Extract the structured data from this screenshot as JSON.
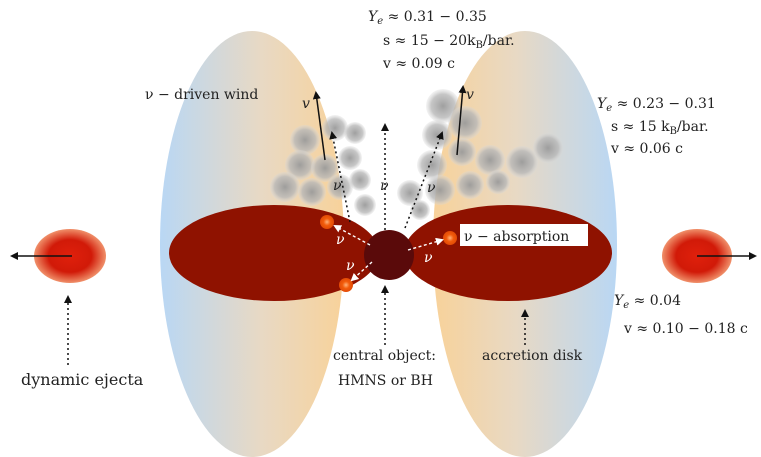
{
  "labels": {
    "top_ye": "Y",
    "top_ye_sub": "e",
    "top_ye_val": " ≈ 0.31 − 0.35",
    "top_s": "s ≈ 15 − 20k",
    "top_s_sub": "B",
    "top_s_unit": "/bar.",
    "top_v": "v ≈ 0.09 c",
    "right_ye": "Y",
    "right_ye_sub": "e",
    "right_ye_val": " ≈ 0.23 − 0.31",
    "right_s": "s ≈ 15 k",
    "right_s_sub": "B",
    "right_s_unit": "/bar.",
    "right_v": "v ≈ 0.06 c",
    "wind": "ν − driven wind",
    "absorption": "ν − absorption",
    "disk_ye": "Y",
    "disk_ye_sub": "e",
    "disk_ye_val": " ≈ 0.04",
    "disk_v": "v ≈ 0.10 − 0.18 c",
    "dynamic_ejecta": "dynamic ejecta",
    "central_object_1": "central object:",
    "central_object_2": "HMNS or BH",
    "accretion_disk": "accretion disk",
    "nu": "ν",
    "v": "v"
  },
  "colors": {
    "lobe_blue": "#b9d7f0",
    "lobe_orange": "#f7d7a6",
    "disk": "#8f1200",
    "central": "#5a0a0a",
    "ejecta_core": "#e0200c",
    "bubble": "#bdbdbd",
    "neutrino_dot": "#f25c0c"
  }
}
